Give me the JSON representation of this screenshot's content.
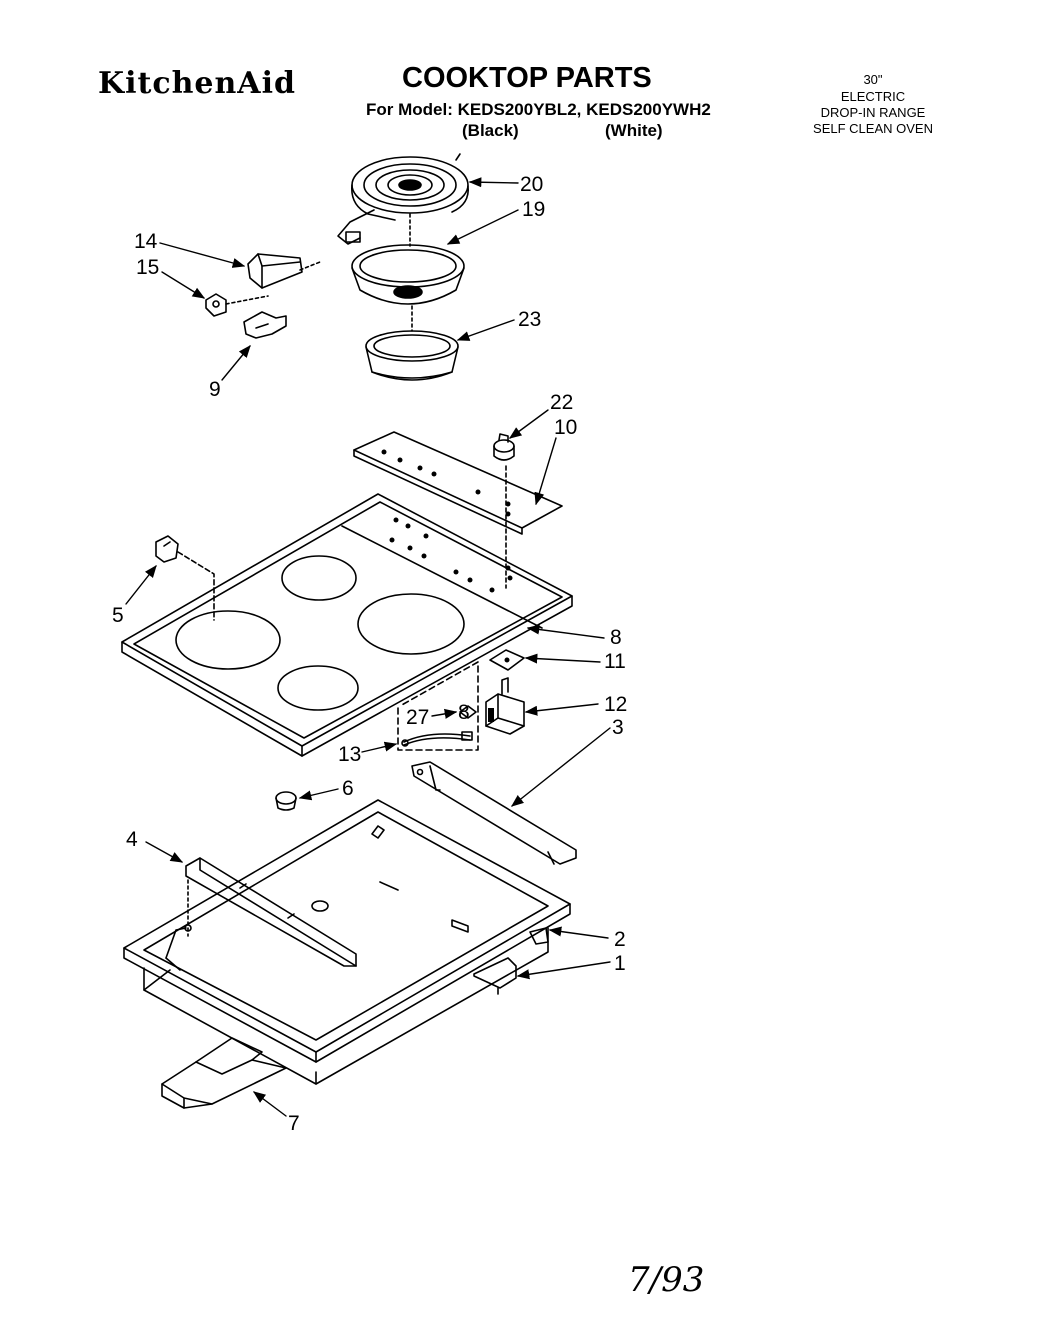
{
  "header": {
    "brand": "KitchenAid",
    "title": "COOKTOP PARTS",
    "model_line": "For Model: KEDS200YBL2, KEDS200YWH2",
    "variant_black": "(Black)",
    "variant_white": "(White)"
  },
  "product": {
    "size": "30\"",
    "line1": "ELECTRIC",
    "line2": "DROP-IN RANGE",
    "line3": "SELF CLEAN OVEN"
  },
  "callouts": {
    "c20": "20",
    "c19": "19",
    "c14": "14",
    "c15": "15",
    "c9": "9",
    "c23": "23",
    "c22": "22",
    "c10": "10",
    "c5": "5",
    "c8": "8",
    "c11": "11",
    "c27": "27",
    "c8b": "8",
    "c12": "12",
    "c13": "13",
    "c3": "3",
    "c6": "6",
    "c4": "4",
    "c2": "2",
    "c1": "1",
    "c7": "7"
  },
  "footer": {
    "handwritten_date": "7/93"
  }
}
